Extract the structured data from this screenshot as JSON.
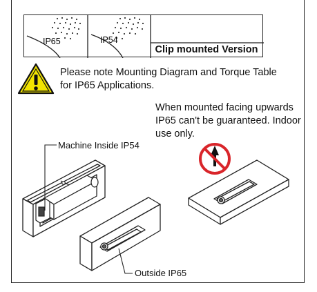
{
  "header": {
    "ip65_badge": "IP65",
    "ip54_badge": "IP54",
    "clip_label": "Clip mounted Version"
  },
  "note": {
    "text": "Please note Mounting Diagram and Torque Table for IP65 Applications."
  },
  "warning": {
    "text": "When mounted facing upwards IP65 can't be guaranteed. Indoor use only."
  },
  "callouts": {
    "inside": "Machine Inside IP54",
    "outside": "Outside IP65"
  },
  "icons": {
    "caution": "warning-triangle-icon",
    "prohibition": "no-upward-mounting-icon"
  },
  "colors": {
    "warning_yellow": "#f2e400",
    "prohibition_red": "#d9252a"
  }
}
